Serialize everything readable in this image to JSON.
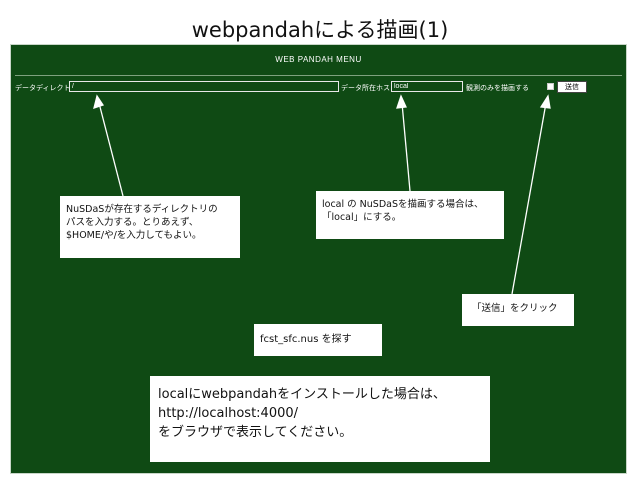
{
  "slide": {
    "title": "webpandahによる描画(1)"
  },
  "app": {
    "header": "WEB PANDAH MENU",
    "form": {
      "dir_label": "データディレクトリ",
      "dir_value": "/",
      "host_label": "データ所在ホスト",
      "host_value": "local",
      "obs_only_label": "観測のみを描画する",
      "submit_label": "送信"
    }
  },
  "notes": {
    "dir_note": [
      "NuSDaSが存在するディレクトリの",
      "パスを入力する。とりあえず、",
      "$HOME/や/を入力してもよい。"
    ],
    "host_note": [
      "local の NuSDaSを描画する場合は、",
      "「local」にする。"
    ],
    "submit_note": "「送信」をクリック",
    "search_note": "fcst_sfc.nus を探す",
    "install_note": [
      "localにwebpandahをインストールした場合は、",
      "http://localhost:4000/",
      "をブラウザで表示してください。"
    ]
  }
}
